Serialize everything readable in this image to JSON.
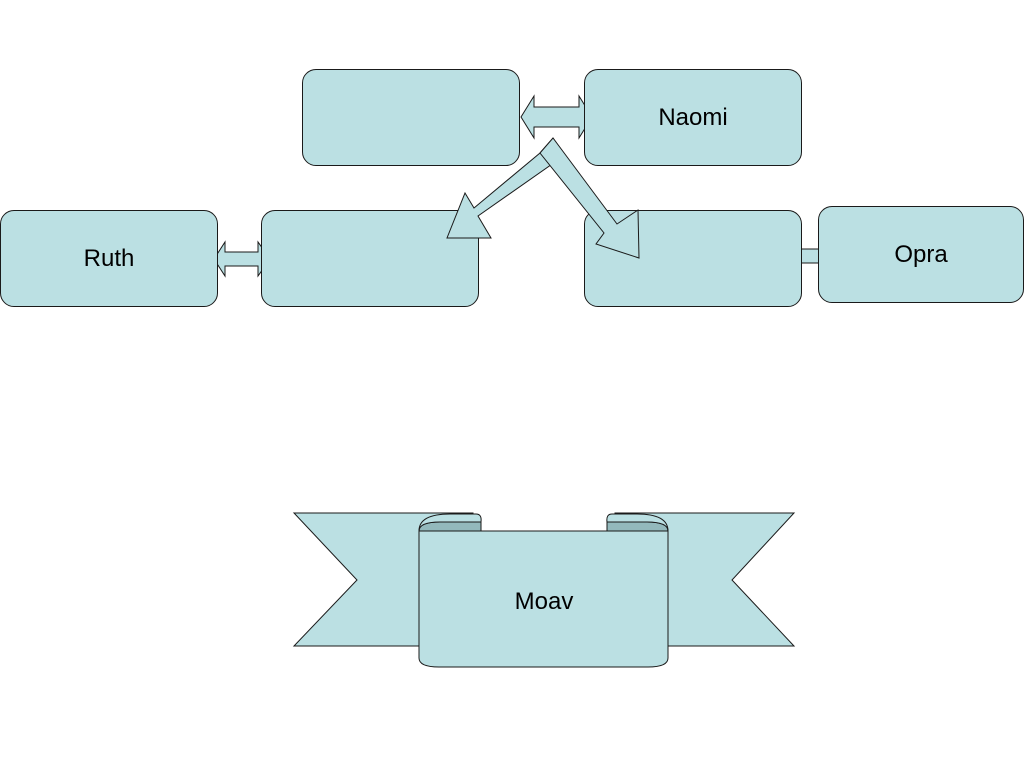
{
  "colors": {
    "shape_fill": "#bbe0e3",
    "shape_fold": "#93b9bc",
    "stroke": "#1a1a1a",
    "text": "#000000",
    "background": "#ffffff"
  },
  "boxes": {
    "top_left": {
      "label": ""
    },
    "naomi": {
      "label": "Naomi"
    },
    "ruth": {
      "label": "Ruth"
    },
    "mid_left": {
      "label": ""
    },
    "mid_right": {
      "label": ""
    },
    "opra": {
      "label": "Opra"
    }
  },
  "connectors": [
    {
      "from": "top_left",
      "to": "naomi",
      "style": "double-arrow"
    },
    {
      "from": "ruth",
      "to": "mid_left",
      "style": "double-arrow"
    },
    {
      "from": "mid_right",
      "to": "opra",
      "style": "double-arrow"
    },
    {
      "from": "naomi",
      "to": "mid_left",
      "style": "block-arrow"
    },
    {
      "from": "naomi",
      "to": "mid_right",
      "style": "block-arrow"
    }
  ],
  "banner": {
    "label": "Moav",
    "shape": "ribbon"
  }
}
